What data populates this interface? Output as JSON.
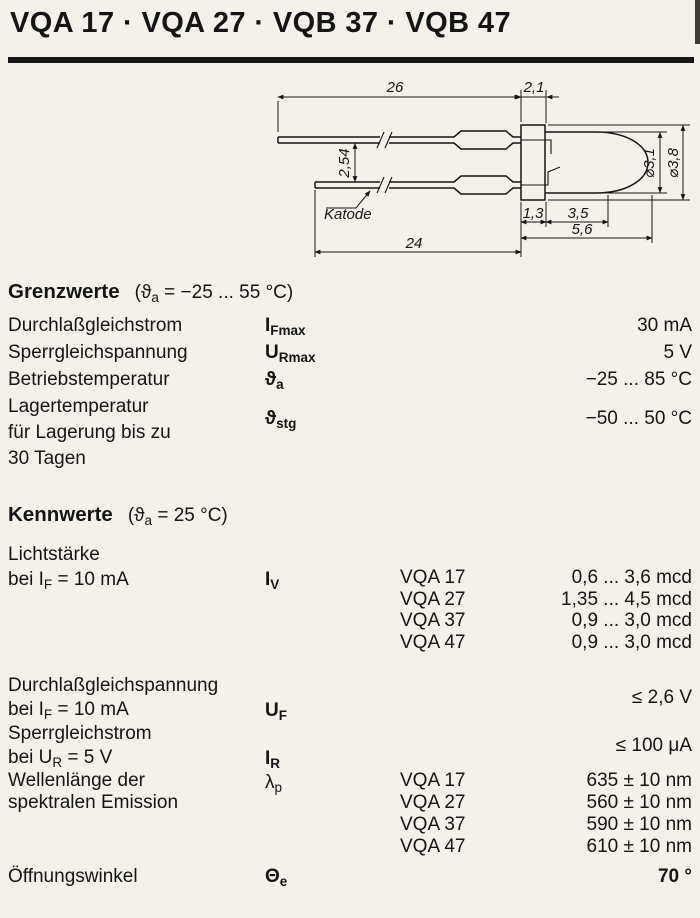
{
  "page": {
    "title": "VQA 17 · VQA 27 · VQB 37 · VQB 47",
    "background": "#f3f1ea",
    "ink": "#161616"
  },
  "drawing": {
    "dim_top_lead": "26",
    "dim_flange_width": "2,1",
    "dim_lead_spacing": "2,54",
    "cathode_label": "Katode",
    "dim_dia_dome": "⌀3,1",
    "dim_dia_flange": "⌀3,8",
    "dim_base": "1,3",
    "dim_dome_length": "3,5",
    "dim_package_length": "5,6",
    "dim_bottom_lead": "24"
  },
  "grenzwerte": {
    "heading": "Grenzwerte",
    "cond_pre": "(ϑ",
    "cond_sub": "a",
    "cond_post": " = −25 ... 55 °C)",
    "rows": [
      {
        "label": "Durchlaßgleichstrom",
        "sym": "I",
        "sub": "Fmax",
        "value": "30 mA"
      },
      {
        "label": "Sperrgleichspannung",
        "sym": "U",
        "sub": "Rmax",
        "value": "5 V"
      },
      {
        "label": "Betriebstemperatur",
        "sym": "ϑ",
        "sub": "a",
        "value": "−25 ... 85 °C"
      },
      {
        "label": "Lagertemperatur",
        "label2": "für Lagerung bis zu",
        "label3": "30 Tagen",
        "sym": "ϑ",
        "sub": "stg",
        "value": "−50 ... 50 °C"
      }
    ]
  },
  "kennwerte": {
    "heading": "Kennwerte",
    "cond_pre": "(ϑ",
    "cond_sub": "a",
    "cond_post": " = 25 °C)",
    "lichtstaerke": {
      "label1": "Lichtstärke",
      "label2_pre": "bei I",
      "label2_sub": "F",
      "label2_post": " = 10 mA",
      "sym": "I",
      "sub": "V",
      "items": [
        {
          "type": "VQA 17",
          "value": "0,6 ... 3,6 mcd"
        },
        {
          "type": "VQA 27",
          "value": "1,35 ... 4,5 mcd"
        },
        {
          "type": "VQA 37",
          "value": "0,9 ... 3,0 mcd"
        },
        {
          "type": "VQA 47",
          "value": "0,9 ... 3,0 mcd"
        }
      ]
    },
    "durchlassgleichspannung": {
      "label1": "Durchlaßgleichspannung",
      "label2_pre": "bei I",
      "label2_sub": "F",
      "label2_post": " = 10 mA",
      "sym": "U",
      "sub": "F",
      "value": "≤ 2,6 V"
    },
    "sperrgleichstrom": {
      "label1": "Sperrgleichstrom",
      "label2_pre": "bei U",
      "label2_sub": "R",
      "label2_post": " = 5 V",
      "sym": "I",
      "sub": "R",
      "value": "≤ 100 μA"
    },
    "wellenlaenge": {
      "label1": "Wellenlänge der",
      "label2": "spektralen Emission",
      "sym": "λ",
      "sub": "p",
      "items": [
        {
          "type": "VQA 17",
          "value": "635 ± 10 nm"
        },
        {
          "type": "VQA 27",
          "value": "560 ± 10 nm"
        },
        {
          "type": "VQA 37",
          "value": "590 ± 10 nm"
        },
        {
          "type": "VQA 47",
          "value": "610 ± 10 nm"
        }
      ]
    },
    "oeffnungswinkel": {
      "label": "Öffnungswinkel",
      "sym": "Θ",
      "sub": "e",
      "value": "70 °"
    }
  }
}
